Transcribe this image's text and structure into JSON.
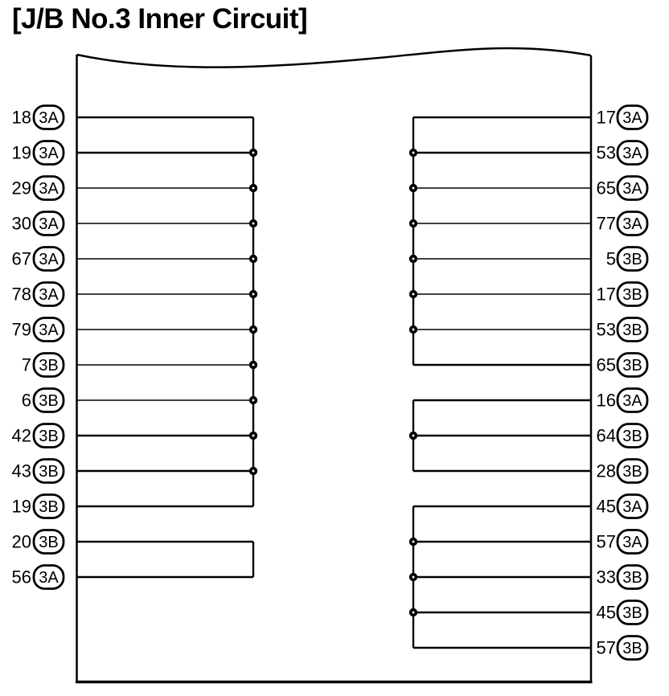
{
  "title": "[J/B No.3 Inner Circuit]",
  "diagram": {
    "colors": {
      "line": "#000000",
      "background": "#ffffff"
    },
    "left_pins": [
      {
        "pin": "18",
        "connector": "3A",
        "thick": true
      },
      {
        "pin": "19",
        "connector": "3A",
        "thick": true
      },
      {
        "pin": "29",
        "connector": "3A",
        "thick": false
      },
      {
        "pin": "30",
        "connector": "3A",
        "thick": false
      },
      {
        "pin": "67",
        "connector": "3A",
        "thick": false
      },
      {
        "pin": "78",
        "connector": "3A",
        "thick": false
      },
      {
        "pin": "79",
        "connector": "3A",
        "thick": false
      },
      {
        "pin": "7",
        "connector": "3B",
        "thick": false
      },
      {
        "pin": "6",
        "connector": "3B",
        "thick": false
      },
      {
        "pin": "42",
        "connector": "3B",
        "thick": true
      },
      {
        "pin": "43",
        "connector": "3B",
        "thick": true
      },
      {
        "pin": "19",
        "connector": "3B",
        "thick": true
      },
      {
        "pin": "20",
        "connector": "3B",
        "thick": true
      },
      {
        "pin": "56",
        "connector": "3A",
        "thick": true
      }
    ],
    "right_pins": [
      {
        "pin": "17",
        "connector": "3A",
        "thick": true
      },
      {
        "pin": "53",
        "connector": "3A",
        "thick": true
      },
      {
        "pin": "65",
        "connector": "3A",
        "thick": false
      },
      {
        "pin": "77",
        "connector": "3A",
        "thick": false
      },
      {
        "pin": "5",
        "connector": "3B",
        "thick": false
      },
      {
        "pin": "17",
        "connector": "3B",
        "thick": false
      },
      {
        "pin": "53",
        "connector": "3B",
        "thick": false
      },
      {
        "pin": "65",
        "connector": "3B",
        "thick": true
      },
      {
        "pin": "16",
        "connector": "3A",
        "thick": true
      },
      {
        "pin": "64",
        "connector": "3B",
        "thick": true
      },
      {
        "pin": "28",
        "connector": "3B",
        "thick": true
      },
      {
        "pin": "45",
        "connector": "3A",
        "thick": true
      },
      {
        "pin": "57",
        "connector": "3A",
        "thick": true
      },
      {
        "pin": "33",
        "connector": "3B",
        "thick": true
      },
      {
        "pin": "45",
        "connector": "3B",
        "thick": true
      },
      {
        "pin": "57",
        "connector": "3B",
        "thick": true
      }
    ],
    "left_groups": [
      {
        "start": 0,
        "end": 11
      },
      {
        "start": 12,
        "end": 13
      }
    ],
    "right_groups": [
      {
        "start": 0,
        "end": 7
      },
      {
        "start": 8,
        "end": 10
      },
      {
        "start": 11,
        "end": 15
      }
    ]
  }
}
